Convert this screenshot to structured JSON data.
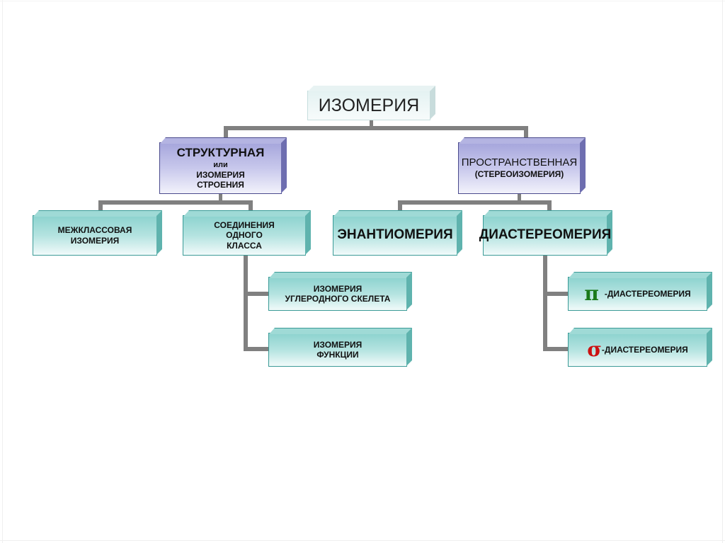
{
  "diagram": {
    "root": {
      "label": "ИЗОМЕРИЯ"
    },
    "structural": {
      "title": "СТРУКТУРНАЯ",
      "line2": "или",
      "line3": "ИЗОМЕРИЯ",
      "line4": "СТРОЕНИЯ"
    },
    "spatial": {
      "title": "ПРОСТРАНСТВЕННАЯ",
      "subtitle": "(СТЕРЕОИЗОМЕРИЯ)"
    },
    "interclass": {
      "line1": "МЕЖКЛАССОВАЯ",
      "line2": "ИЗОМЕРИЯ"
    },
    "same_class": {
      "line1": "СОЕДИНЕНИЯ",
      "line2": "ОДНОГО",
      "line3": "КЛАССА"
    },
    "enantiomerism": {
      "label": "ЭНАНТИОМЕРИЯ"
    },
    "diastereomerism": {
      "label": "ДИАСТЕРЕОМЕРИЯ"
    },
    "carbon_skeleton": {
      "line1": "ИЗОМЕРИЯ",
      "line2": "УГЛЕРОДНОГО СКЕЛЕТА"
    },
    "function_isomerism": {
      "line1": "ИЗОМЕРИЯ",
      "line2": "ФУНКЦИИ"
    },
    "pi_diastereomerism": {
      "symbol": "π",
      "label": "-ДИАСТЕРЕОМЕРИЯ",
      "symbol_color": "#1a7a1a"
    },
    "sigma_diastereomerism": {
      "symbol": "σ",
      "label": "-ДИАСТЕРЕОМЕРИЯ",
      "symbol_color": "#cc1111"
    }
  },
  "colors": {
    "connector": "#808080",
    "teal_box": "#8dd3cf",
    "violet_box": "#a6a6dc",
    "root_box": "#e4f2f2"
  }
}
